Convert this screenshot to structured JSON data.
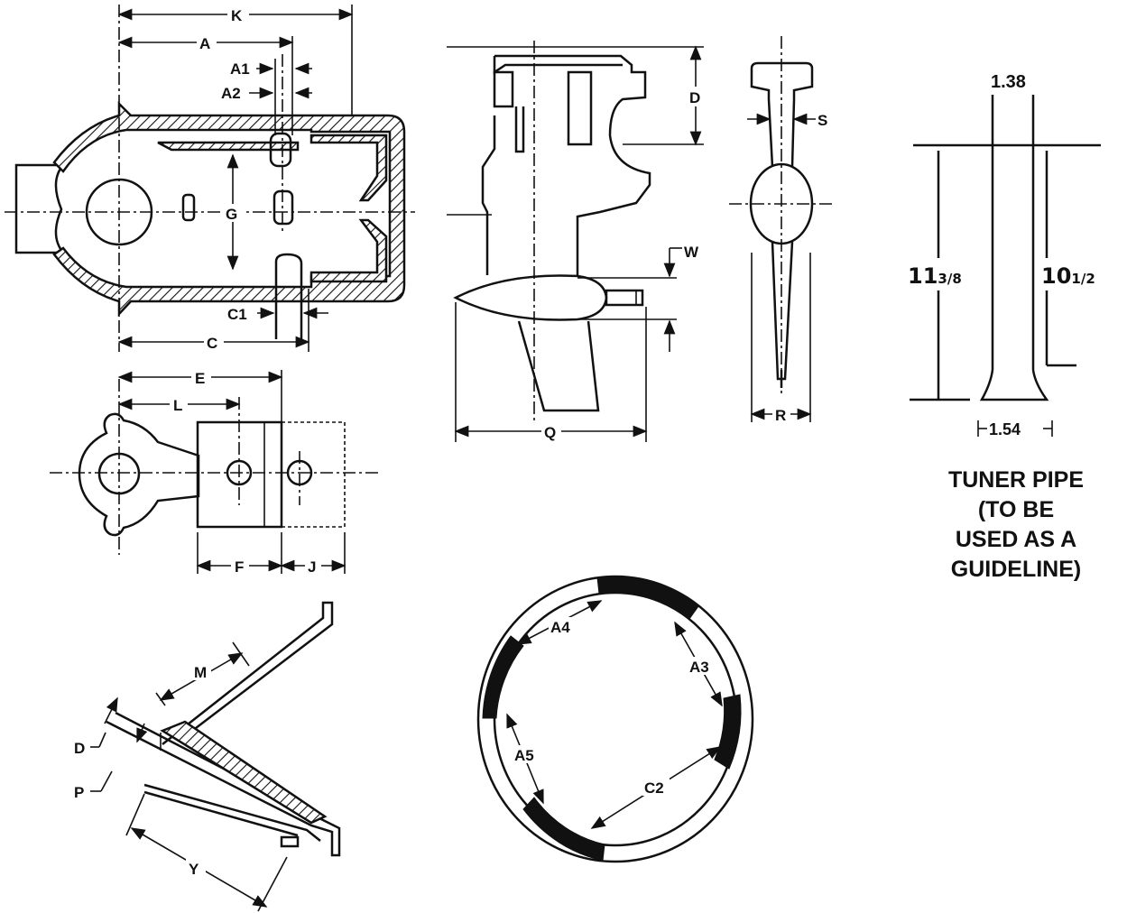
{
  "labels": {
    "K": "K",
    "A": "A",
    "A1": "A1",
    "A2": "A2",
    "G": "G",
    "C1": "C1",
    "C": "C",
    "E": "E",
    "L": "L",
    "F": "F",
    "J": "J",
    "D": "D",
    "W": "W",
    "Q": "Q",
    "S": "S",
    "R": "R",
    "M": "M",
    "D2": "D",
    "P": "P",
    "Y": "Y",
    "A4": "A4",
    "A3": "A3",
    "A5": "A5",
    "C2": "C2"
  },
  "tuner_pipe": {
    "top_width": "1.38",
    "bottom_width": "1.54",
    "left_height_whole": "11",
    "left_height_frac": "3/8",
    "right_height_whole": "10",
    "right_height_frac": "1/2",
    "caption_lines": [
      "TUNER PIPE",
      "(TO BE",
      "USED AS A",
      "GUIDELINE)"
    ]
  },
  "colors": {
    "ink": "#111111",
    "paper": "#ffffff"
  }
}
